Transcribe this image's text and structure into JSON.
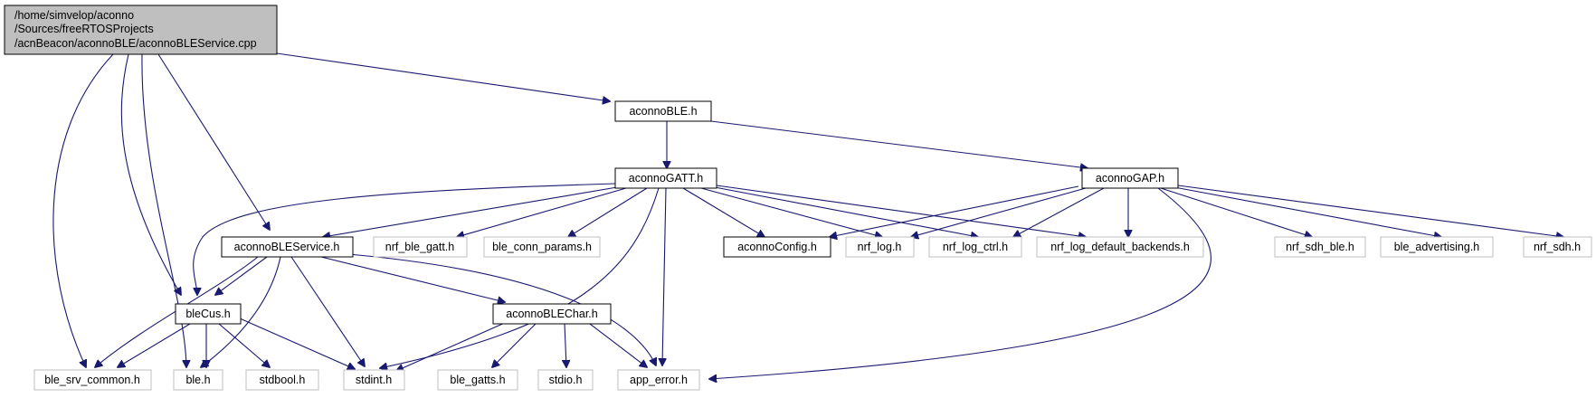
{
  "graph": {
    "colors": {
      "edge": "#191970",
      "root_fill": "#bfbfbf",
      "node_border": "#000000",
      "missing_border": "#bfbfbf"
    },
    "root": {
      "lines": [
        "/home/simvelop/aconno",
        "/Sources/freeRTOSProjects",
        "/acnBeacon/aconnoBLE/aconnoBLEService.cpp"
      ]
    },
    "nodes": {
      "aconnoBLE": "aconnoBLE.h",
      "aconnoGATT": "aconnoGATT.h",
      "aconnoGAP": "aconnoGAP.h",
      "aconnoBLEService": "aconnoBLEService.h",
      "nrf_ble_gatt": "nrf_ble_gatt.h",
      "ble_conn_params": "ble_conn_params.h",
      "aconnoConfig": "aconnoConfig.h",
      "nrf_log": "nrf_log.h",
      "nrf_log_ctrl": "nrf_log_ctrl.h",
      "nrf_log_default_backends": "nrf_log_default_backends.h",
      "nrf_sdh_ble": "nrf_sdh_ble.h",
      "ble_advertising": "ble_advertising.h",
      "nrf_sdh": "nrf_sdh.h",
      "bleCus": "bleCus.h",
      "aconnoBLEChar": "aconnoBLEChar.h",
      "ble_srv_common": "ble_srv_common.h",
      "ble": "ble.h",
      "stdbool": "stdbool.h",
      "stdint": "stdint.h",
      "ble_gatts": "ble_gatts.h",
      "stdio": "stdio.h",
      "app_error": "app_error.h"
    }
  }
}
